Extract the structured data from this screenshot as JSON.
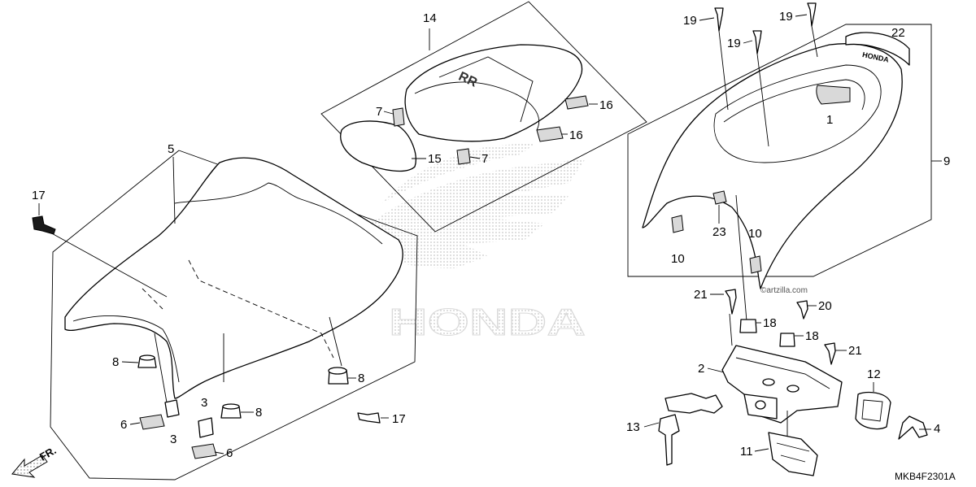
{
  "diagram": {
    "callouts": {
      "c1": "1",
      "c2": "2",
      "c3a": "3",
      "c3b": "3",
      "c4": "4",
      "c5": "5",
      "c6a": "6",
      "c6b": "6",
      "c7a": "7",
      "c7b": "7",
      "c8a": "8",
      "c8b": "8",
      "c8c": "8",
      "c9": "9",
      "c10a": "10",
      "c10b": "10",
      "c11": "11",
      "c12": "12",
      "c13": "13",
      "c14": "14",
      "c15": "15",
      "c16a": "16",
      "c16b": "16",
      "c17a": "17",
      "c17b": "17",
      "c18a": "18",
      "c18b": "18",
      "c19a": "19",
      "c19b": "19",
      "c19c": "19",
      "c20": "20",
      "c21a": "21",
      "c21b": "21",
      "c22": "22",
      "c23": "23"
    },
    "watermark_logo": "HONDA",
    "site_watermark": "©artzilla.com",
    "diagram_code": "MKB4F2301A",
    "front_arrow": "FR."
  }
}
